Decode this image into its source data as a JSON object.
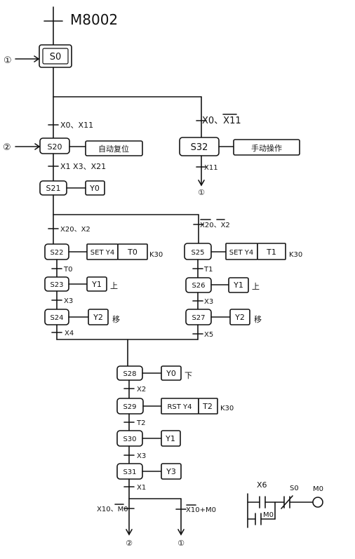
{
  "init_condition": "M8002",
  "steps": {
    "s0": "S0",
    "s20": "S20",
    "s21": "S21",
    "s22": "S22",
    "s23": "S23",
    "s24": "S24",
    "s25": "S25",
    "s26": "S26",
    "s27": "S27",
    "s28": "S28",
    "s29": "S29",
    "s30": "S30",
    "s31": "S31",
    "s32": "S32"
  },
  "actions": {
    "auto_reset": "自动复位",
    "manual": "手动操作",
    "y0": "Y0",
    "set_y4": "SET Y4",
    "t0": "T0",
    "t1": "T1",
    "t2": "T2",
    "y1": "Y1",
    "y2": "Y2",
    "y3": "Y3",
    "rst_y4": "RST Y4"
  },
  "notes": {
    "k30": "K30",
    "up": "上",
    "move": "移",
    "down": "下"
  },
  "transitions": {
    "x0_x11": "X0、X11",
    "x0_nx11": "X0、X11",
    "x11": "X11",
    "x1_x3_x21": "X1 X3、X21",
    "x20_x2": "X20、X2",
    "nx20_nx2": "X20、X2",
    "t0": "T0",
    "t1": "T1",
    "x3": "X3",
    "x4": "X4",
    "x5": "X5",
    "x2": "X2",
    "t2": "T2",
    "x1": "X1",
    "x10_nm0": "X10、M0",
    "nx10_m0": "X10+M0"
  },
  "markers": {
    "c1": "①",
    "c2": "②"
  },
  "ladder": {
    "contact_x6": "X6",
    "contact_s0": "S0",
    "coil_m0": "M0",
    "contact_m0": "M0"
  }
}
